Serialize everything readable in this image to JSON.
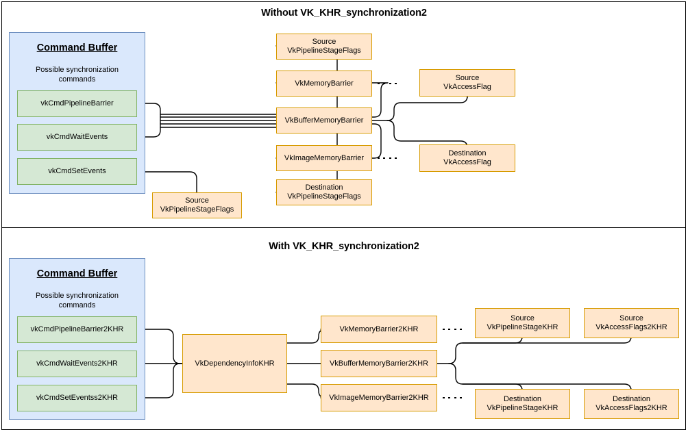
{
  "diagram": {
    "title_top": "Without VK_KHR_synchronization2",
    "title_bottom": "With VK_KHR_synchronization2",
    "colors": {
      "orange_fill": "#ffe6cc",
      "orange_border": "#d79b00",
      "green_fill": "#d5e8d4",
      "green_border": "#82b366",
      "blue_fill": "#dae8fc",
      "blue_border": "#6c8ebf",
      "line": "#000000"
    }
  },
  "top": {
    "command_buffer": {
      "title": "Command Buffer",
      "subtitle": "Possible synchronization\ncommands",
      "subtitle_line1": "Possible synchronization",
      "subtitle_line2": "commands",
      "commands": [
        {
          "label": "vkCmdPipelineBarrier"
        },
        {
          "label": "vkCmdWaitEvents"
        },
        {
          "label": "vkCmdSetEvents"
        }
      ]
    },
    "barriers": [
      {
        "line1": "Source",
        "line2": "VkPipelineStageFlags"
      },
      {
        "line1": "VkMemoryBarrier",
        "line2": ""
      },
      {
        "line1": "VkBufferMemoryBarrier",
        "line2": ""
      },
      {
        "line1": "VkImageMemoryBarrier",
        "line2": ""
      },
      {
        "line1": "Destination",
        "line2": "VkPipelineStageFlags"
      }
    ],
    "access_flags": [
      {
        "line1": "Source",
        "line2": "VkAccessFlag"
      },
      {
        "line1": "Destination",
        "line2": "VkAccessFlag"
      }
    ],
    "stage_flags_box": {
      "line1": "Source",
      "line2": "VkPipelineStageFlags"
    }
  },
  "bottom": {
    "command_buffer": {
      "title": "Command Buffer",
      "subtitle_line1": "Possible synchronization",
      "subtitle_line2": "commands",
      "commands": [
        {
          "label": "vkCmdPipelineBarrier2KHR"
        },
        {
          "label": "vkCmdWaitEvents2KHR"
        },
        {
          "label": "vkCmdSetEventss2KHR"
        }
      ]
    },
    "dependency_info": {
      "label": "VkDependencyInfoKHR"
    },
    "barriers": [
      {
        "label": "VkMemoryBarrier2KHR"
      },
      {
        "label": "VkBufferMemoryBarrier2KHR"
      },
      {
        "label": "VkImageMemoryBarrier2KHR"
      }
    ],
    "flags": [
      {
        "line1": "Source",
        "line2": "VkPipelineStageKHR"
      },
      {
        "line1": "Source",
        "line2": "VkAccessFlags2KHR"
      },
      {
        "line1": "Destination",
        "line2": "VkPipelineStageKHR"
      },
      {
        "line1": "Destination",
        "line2": "VkAccessFlags2KHR"
      }
    ]
  }
}
